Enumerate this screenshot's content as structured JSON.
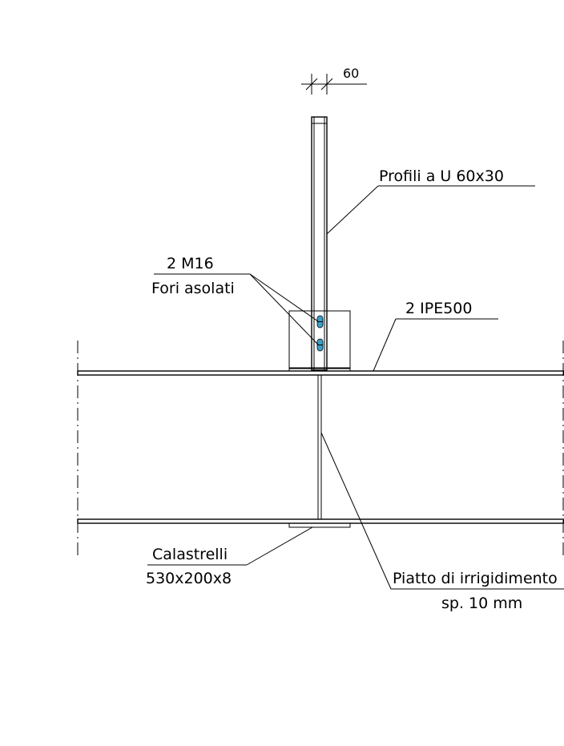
{
  "drawing": {
    "dimension_width": "60",
    "labels": {
      "profili": "Profili a U 60x30",
      "bolts_line1": "2 M16",
      "bolts_line2": "Fori asolati",
      "beams": "2 IPE500",
      "calastrelli_line1": "Calastrelli",
      "calastrelli_line2": "530x200x8",
      "piatto_line1": "Piatto di irrigidimento",
      "piatto_line2": "sp. 10 mm"
    },
    "colors": {
      "lines": "#000000",
      "bolts": "#3a9fc9",
      "background": "#ffffff"
    }
  }
}
